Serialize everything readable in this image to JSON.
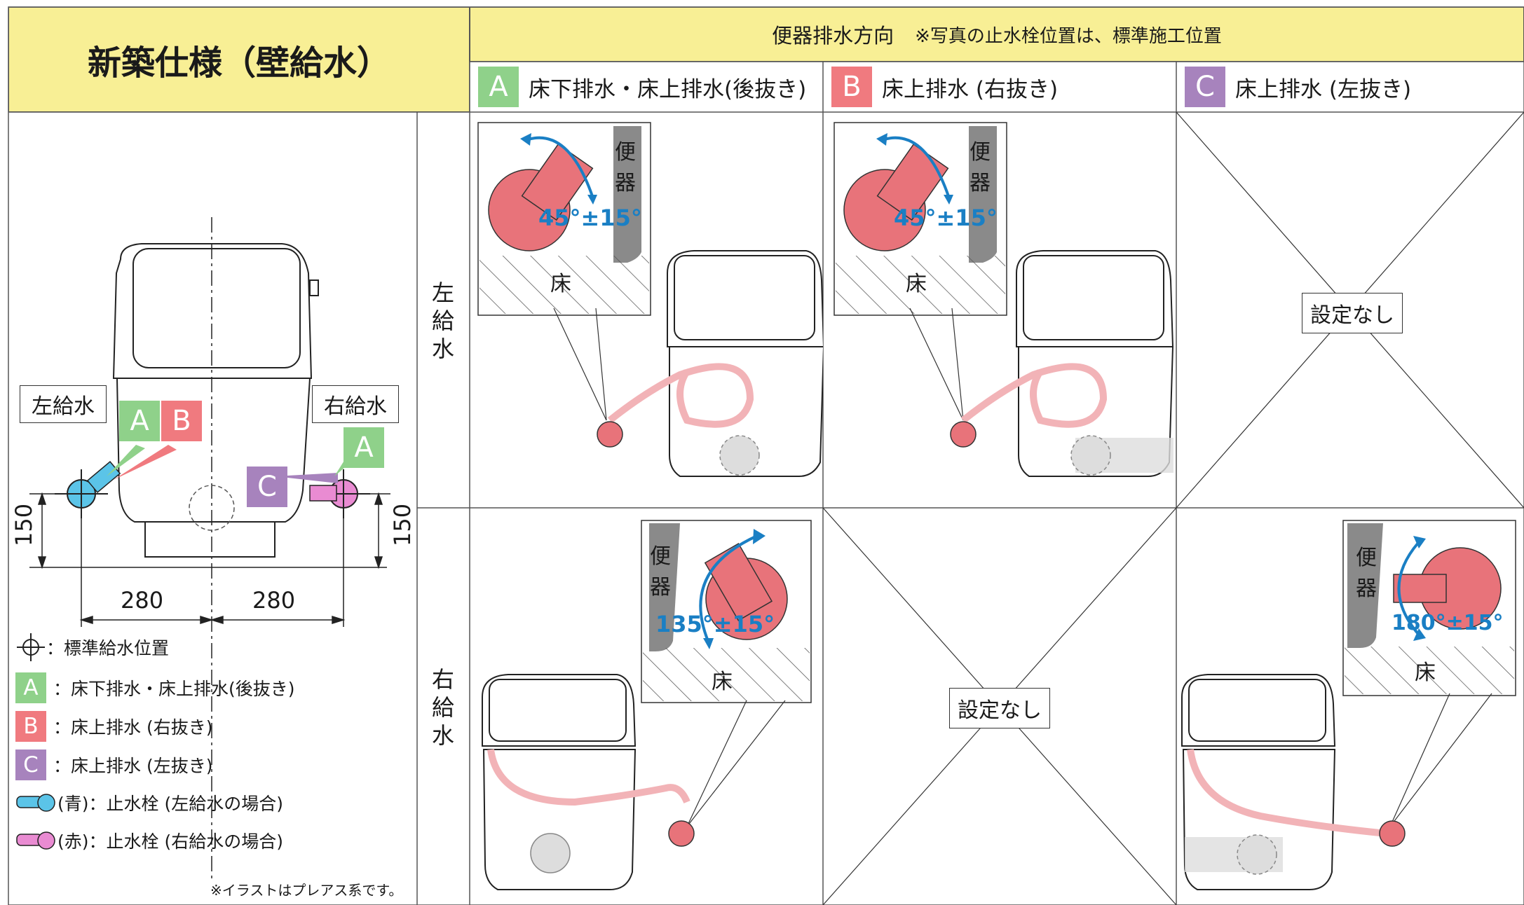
{
  "header": {
    "left_title": "新築仕様（壁給水）",
    "right_title": "便器排水方向",
    "right_note": "※写真の止水栓位置は、標準施工位置"
  },
  "options": [
    {
      "letter": "A",
      "label": "床下排水・床上排水(後抜き)",
      "color": "#8fd18a"
    },
    {
      "letter": "B",
      "label": "床上排水 (右抜き)",
      "color": "#f07a7f"
    },
    {
      "letter": "C",
      "label": "床上排水 (左抜き)",
      "color": "#a783bd"
    }
  ],
  "rows": [
    {
      "label": "左給水"
    },
    {
      "label": "右給水"
    }
  ],
  "diagram": {
    "left_label": "左給水",
    "right_label": "右給水",
    "dim_left_vertical": "150",
    "dim_right_vertical": "150",
    "dim_left_horizontal": "280",
    "dim_right_horizontal": "280",
    "badge_a": "A",
    "badge_b": "B",
    "badge_c": "C"
  },
  "legend": [
    {
      "icon": "crosshair-icon",
      "text": "：標準給水位置"
    },
    {
      "badge": "A",
      "text": "：床下排水・床上排水(後抜き)"
    },
    {
      "badge": "B",
      "text": "：床上排水 (右抜き)"
    },
    {
      "badge": "C",
      "text": "：床上排水 (左抜き)"
    },
    {
      "icon": "blue-valve-icon",
      "text": "(青)：止水栓 (左給水の場合)"
    },
    {
      "icon": "red-valve-icon",
      "text": "(赤)：止水栓 (右給水の場合)"
    }
  ],
  "cells": {
    "left_a": {
      "angle": "45°±15°",
      "wall": "便器",
      "floor": "床"
    },
    "left_b": {
      "angle": "45°±15°",
      "wall": "便器",
      "floor": "床"
    },
    "left_c": {
      "none": "設定なし"
    },
    "right_a": {
      "angle": "135°±15°",
      "wall": "便器",
      "floor": "床"
    },
    "right_b": {
      "none": "設定なし"
    },
    "right_c": {
      "angle": "180°±15°",
      "wall": "便器",
      "floor": "床"
    }
  },
  "footnote": "※イラストはプレアス系です。",
  "colors": {
    "header_bg": "#f8ef95",
    "arrow_blue": "#1a7fc4",
    "valve_red": "#e8737a",
    "hose_pink": "#f2b3b7"
  }
}
